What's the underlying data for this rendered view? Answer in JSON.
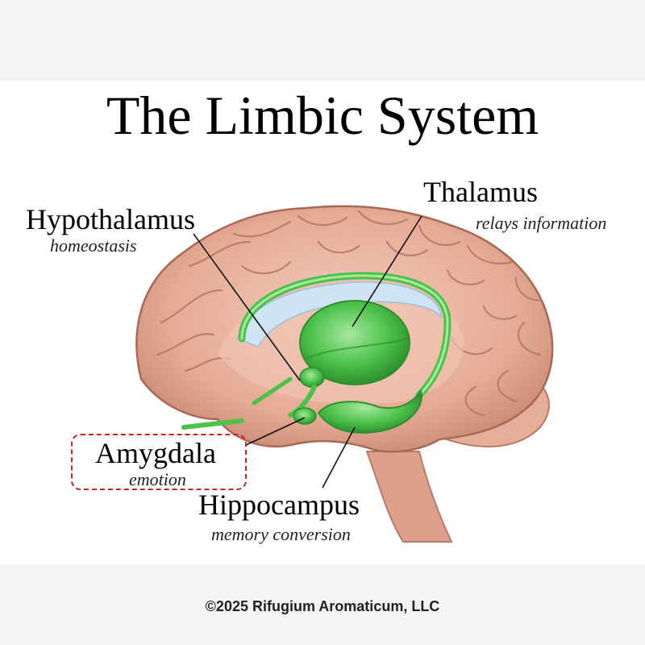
{
  "title": "The Limbic System",
  "labels": {
    "thalamus": {
      "name": "Thalamus",
      "function": "relays information"
    },
    "hypothalamus": {
      "name": "Hypothalamus",
      "function": "homeostasis"
    },
    "amygdala": {
      "name": "Amygdala",
      "function": "emotion"
    },
    "hippocampus": {
      "name": "Hippocampus",
      "function": "memory conversion"
    }
  },
  "copyright": "©2025 Rifugium Aromaticum, LLC",
  "colors": {
    "brain_fill": "#e8b4a0",
    "brain_shadow": "#c98873",
    "limbic_green": "#4cc24a",
    "ventricle_blue": "#cfe3f3",
    "callout_red": "#d21f1f"
  }
}
